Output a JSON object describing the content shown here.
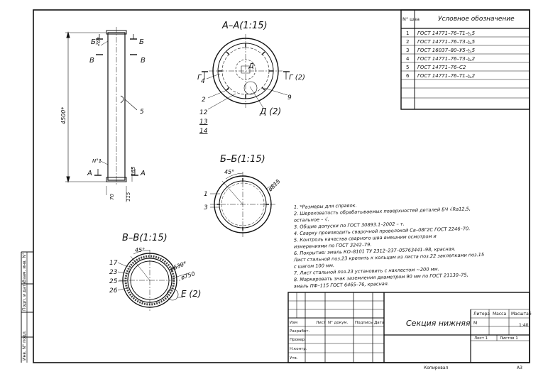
{
  "views": {
    "aa": "А–А(1:15)",
    "bb": "Б–Б(1:15)",
    "vv": "В–В(1:15)"
  },
  "side_view": {
    "section_b": "Б",
    "section_v": "В",
    "section_a": "А",
    "dim_height": "4500*",
    "angle": "20°",
    "pos5": "5",
    "dim_70": "70",
    "dim_115": "115",
    "dim_165": "165",
    "mark_n1": "N°1"
  },
  "aa_labels": {
    "g_left": "Г",
    "g_right": "Г (2)",
    "d_center": "Д",
    "d_detail": "Д (2)",
    "p4": "4",
    "p2": "2",
    "p12": "12",
    "p13": "13",
    "p14": "14",
    "p9": "9"
  },
  "bb_labels": {
    "angle": "45°",
    "dia": "ø815",
    "p1": "1",
    "p3": "3"
  },
  "vv_labels": {
    "angle": "45°",
    "dia1": "ø630*",
    "dia2": "ø750",
    "p17": "17",
    "p23": "23",
    "p25": "25",
    "p26": "26",
    "e_detail": "Е (2)"
  },
  "finish_table": {
    "col_no": "N° шва",
    "col_name": "Условное обозначение",
    "rows": [
      {
        "no": "1",
        "text": "ГОСТ 14771–76–Т1–◺5"
      },
      {
        "no": "2",
        "text": "ГОСТ 14771–76–Т3–◺5"
      },
      {
        "no": "3",
        "text": "ГОСТ 16037–80–У5–◺5"
      },
      {
        "no": "4",
        "text": "ГОСТ 14771–76–Т3–◺2"
      },
      {
        "no": "5",
        "text": "ГОСТ 14771–76–С2"
      },
      {
        "no": "6",
        "text": "ГОСТ 14771–76–Т1–◺2"
      }
    ]
  },
  "notes": [
    "1.  *Размеры для справок.",
    "2.  Шероховатость обрабатываемых поверхностей деталей БЧ √Ra12,5,",
    "остальное – √.",
    "3.  Общие допуски по ГОСТ 30893.1–2002 – т.",
    "4.  Сварку производить сварочной проволокой Св–08Г2С ГОСТ 2246–70.",
    "5.  Контроль качества сварного шва внешним осмотром и",
    "измерениями по ГОСТ 3242–79.",
    "6.  Покрытие: эмаль КО–8101 ТУ 2312–237–05763441–98, красная.",
    "Лист стальной поз.23 крепить к кольцам из листа поз.22 заклепками поз.15",
    "с шагом 100 мм.",
    "7.  Лист стальной поз.23 установить с нахлестом ~200 мм.",
    "8.  Маркировать знак заземления диаметром 90 мм по ГОСТ 21130–75,",
    "эмаль ПФ–115 ГОСТ 6465–76, красная."
  ],
  "title_block": {
    "title": "Секция нижняя",
    "izm": "Изм",
    "list": "Лист",
    "ndok": "N° докум.",
    "podp": "Подпись",
    "data": "Дата",
    "razrab": "Разработ.",
    "prover": "Провер.",
    "nkontr": "Н.контр.",
    "utv": "Утв.",
    "litera": "Литера",
    "massa": "Масса",
    "masshtab": "Масштаб",
    "lit_val": "М",
    "scale_val": "1:40",
    "sheet": "Лист 1",
    "sheets": "Листов 1",
    "copied": "Копировал",
    "format": "А3"
  },
  "left_strip": {
    "inv_pod": "Инв. N° подл.",
    "podp_data": "Подп. и дата",
    "vzam_inv": "Взам. инв. N°"
  }
}
